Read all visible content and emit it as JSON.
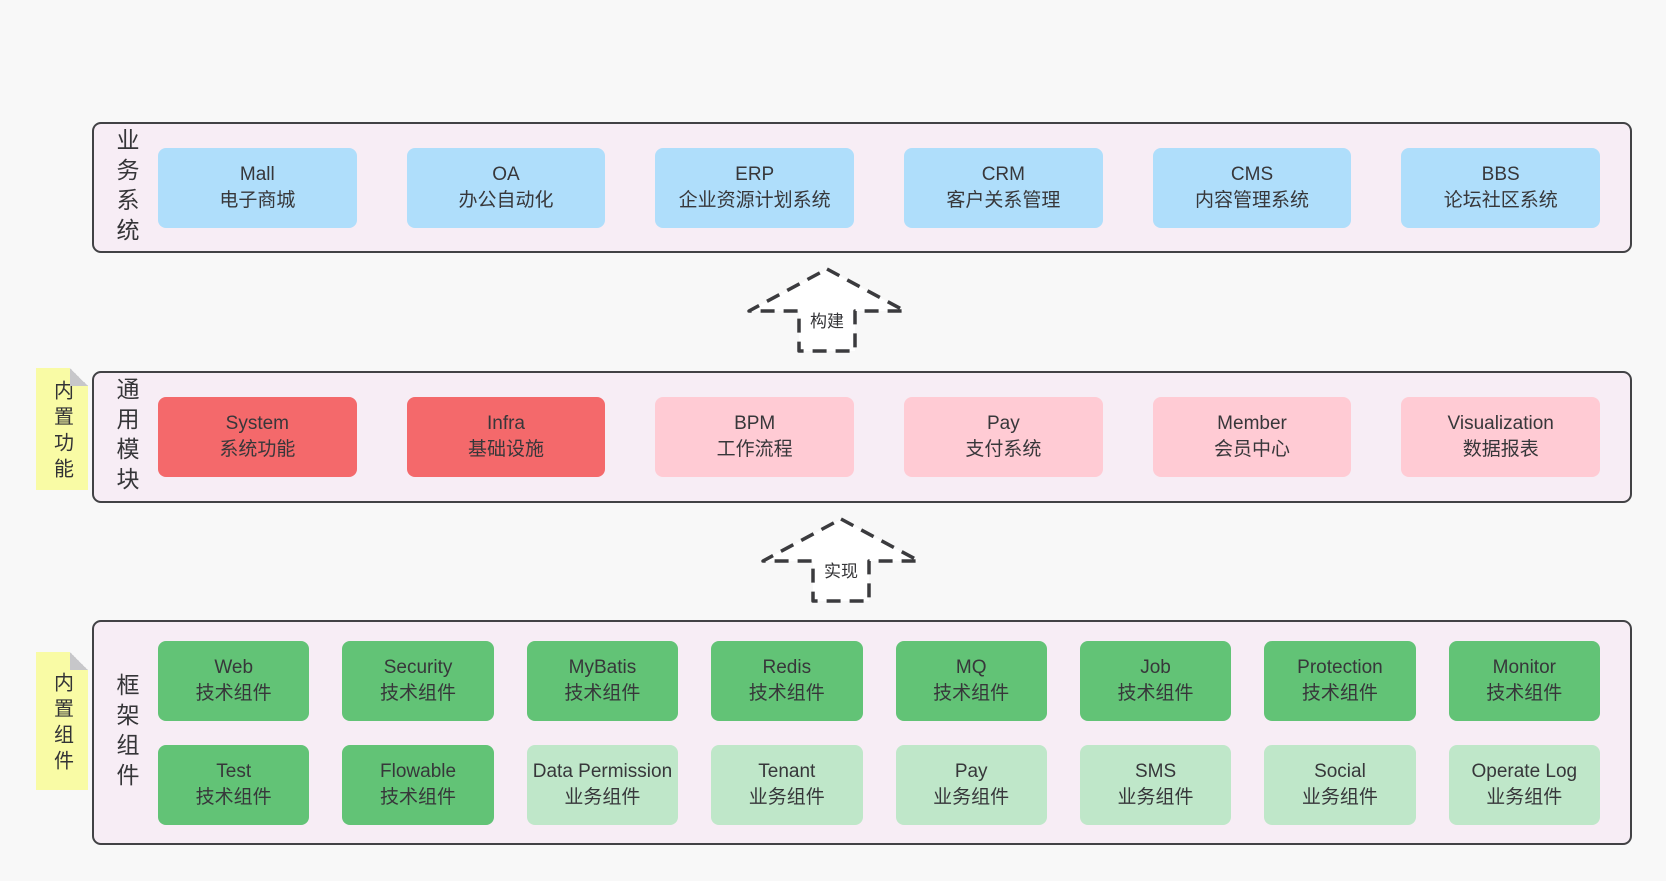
{
  "palette": {
    "page_bg": "#f8f8f8",
    "panel_bg": "#f7edf5",
    "panel_border": "#424245",
    "blue_box": "#afdefb",
    "red_box": "#f4696b",
    "pink_box": "#ffcbd4",
    "green_box": "#62c376",
    "light_green_box": "#bfe7c9",
    "sticky_note": "#f9fba5",
    "note_fold": "#c7c7ca",
    "text": "#37373a"
  },
  "arrows": [
    {
      "label": "构建"
    },
    {
      "label": "实现"
    }
  ],
  "sections": [
    {
      "label": "业务系统",
      "rows": [
        [
          {
            "name": "Mall",
            "sub": "电子商城"
          },
          {
            "name": "OA",
            "sub": "办公自动化"
          },
          {
            "name": "ERP",
            "sub": "企业资源计划系统"
          },
          {
            "name": "CRM",
            "sub": "客户关系管理"
          },
          {
            "name": "CMS",
            "sub": "内容管理系统"
          },
          {
            "name": "BBS",
            "sub": "论坛社区系统"
          }
        ]
      ]
    },
    {
      "label": "通用模块",
      "note": "内置功能",
      "rows": [
        [
          {
            "name": "System",
            "sub": "系统功能"
          },
          {
            "name": "Infra",
            "sub": "基础设施"
          },
          {
            "name": "BPM",
            "sub": "工作流程"
          },
          {
            "name": "Pay",
            "sub": "支付系统"
          },
          {
            "name": "Member",
            "sub": "会员中心"
          },
          {
            "name": "Visualization",
            "sub": "数据报表"
          }
        ]
      ]
    },
    {
      "label": "框架组件",
      "note": "内置组件",
      "rows": [
        [
          {
            "name": "Web",
            "sub": "技术组件"
          },
          {
            "name": "Security",
            "sub": "技术组件"
          },
          {
            "name": "MyBatis",
            "sub": "技术组件"
          },
          {
            "name": "Redis",
            "sub": "技术组件"
          },
          {
            "name": "MQ",
            "sub": "技术组件"
          },
          {
            "name": "Job",
            "sub": "技术组件"
          },
          {
            "name": "Protection",
            "sub": "技术组件"
          },
          {
            "name": "Monitor",
            "sub": "技术组件"
          }
        ],
        [
          {
            "name": "Test",
            "sub": "技术组件"
          },
          {
            "name": "Flowable",
            "sub": "技术组件"
          },
          {
            "name": "Data Permission",
            "sub": "业务组件"
          },
          {
            "name": "Tenant",
            "sub": "业务组件"
          },
          {
            "name": "Pay",
            "sub": "业务组件"
          },
          {
            "name": "SMS",
            "sub": "业务组件"
          },
          {
            "name": "Social",
            "sub": "业务组件"
          },
          {
            "name": "Operate Log",
            "sub": "业务组件"
          }
        ]
      ]
    }
  ]
}
